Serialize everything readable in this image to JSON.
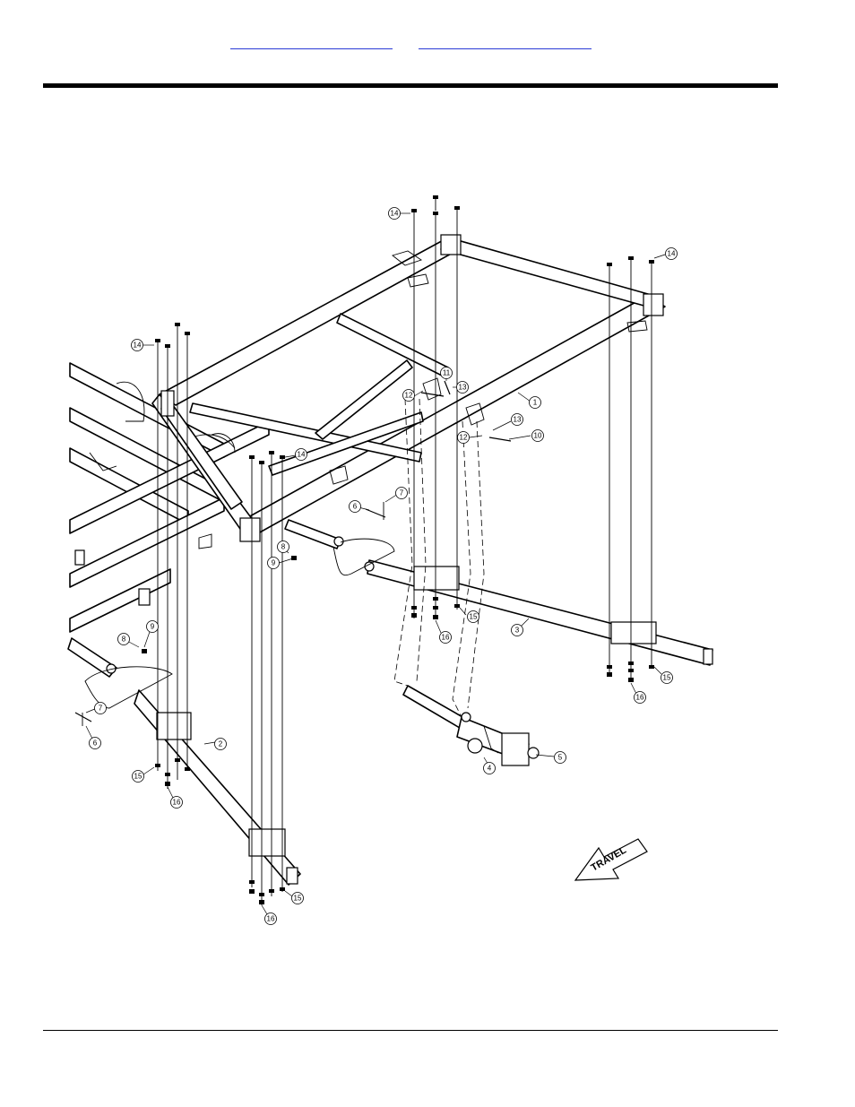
{
  "header": {
    "link_left": "",
    "link_right": ""
  },
  "diagram": {
    "callouts": [
      {
        "label": "1"
      },
      {
        "label": "2"
      },
      {
        "label": "3"
      },
      {
        "label": "4"
      },
      {
        "label": "5"
      },
      {
        "label": "6"
      },
      {
        "label": "6"
      },
      {
        "label": "7"
      },
      {
        "label": "7"
      },
      {
        "label": "8"
      },
      {
        "label": "8"
      },
      {
        "label": "9"
      },
      {
        "label": "9"
      },
      {
        "label": "10"
      },
      {
        "label": "11"
      },
      {
        "label": "12"
      },
      {
        "label": "12"
      },
      {
        "label": "13"
      },
      {
        "label": "13"
      },
      {
        "label": "14"
      },
      {
        "label": "14"
      },
      {
        "label": "14"
      },
      {
        "label": "14"
      },
      {
        "label": "15"
      },
      {
        "label": "15"
      },
      {
        "label": "15"
      },
      {
        "label": "15"
      },
      {
        "label": "16"
      },
      {
        "label": "16"
      },
      {
        "label": "16"
      },
      {
        "label": "16"
      }
    ],
    "travel_label": "TRAVEL"
  }
}
